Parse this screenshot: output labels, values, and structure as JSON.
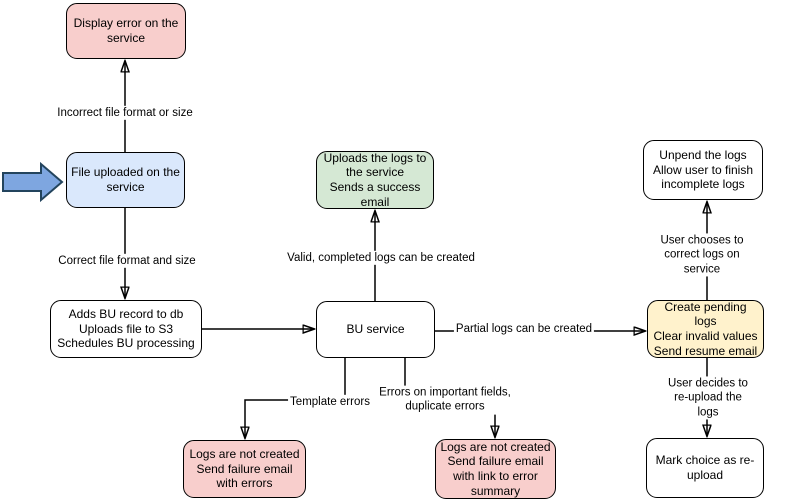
{
  "diagram": {
    "type": "flowchart",
    "background": "#ffffff",
    "colors": {
      "node_pink": "#f8cecc",
      "node_blue": "#dae8fc",
      "node_green": "#d5e8d4",
      "node_yellow": "#fff2cc",
      "node_white": "#ffffff",
      "node_border": "#000000",
      "edge_line": "#000000",
      "entry_arrow_fill": "#7ea6e0",
      "entry_arrow_border": "#23445d"
    },
    "icons": {
      "entry_arrow": "big-right-arrow-icon"
    },
    "nodes": {
      "display_error": {
        "label": "Display error on the\nservice",
        "color": "#f8cecc"
      },
      "file_uploaded": {
        "label": "File uploaded on the\nservice",
        "color": "#dae8fc"
      },
      "adds_bu_record": {
        "label": "Adds BU record to db\nUploads file to S3\nSchedules BU processing",
        "color": "#ffffff"
      },
      "bu_service": {
        "label": "BU service",
        "color": "#ffffff"
      },
      "success_email": {
        "label": "Uploads the logs to\nthe service\nSends a success\nemail",
        "color": "#d5e8d4"
      },
      "unpend_logs": {
        "label": "Unpend the logs\nAllow user to finish\nincomplete logs",
        "color": "#ffffff"
      },
      "create_pending": {
        "label": "Create pending logs\nClear invalid values\nSend resume email",
        "color": "#fff2cc"
      },
      "mark_reupload": {
        "label": "Mark choice as re-\nupload",
        "color": "#ffffff"
      },
      "logs_not_created_errors": {
        "label": "Logs are not created\nSend failure email\nwith errors",
        "color": "#f8cecc"
      },
      "logs_not_created_summary": {
        "label": "Logs are not created\nSend failure email\nwith link to error\nsummary",
        "color": "#f8cecc"
      }
    },
    "edge_labels": {
      "incorrect": "Incorrect file format or size",
      "correct": "Correct file format and size",
      "valid": "Valid, completed logs can be created",
      "partial": "Partial logs can be created",
      "template": "Template errors",
      "important": "Errors on important fields,\nduplicate errors",
      "user_correct": "User chooses to correct logs on service",
      "user_reupload": "User decides to re-upload the logs"
    }
  }
}
